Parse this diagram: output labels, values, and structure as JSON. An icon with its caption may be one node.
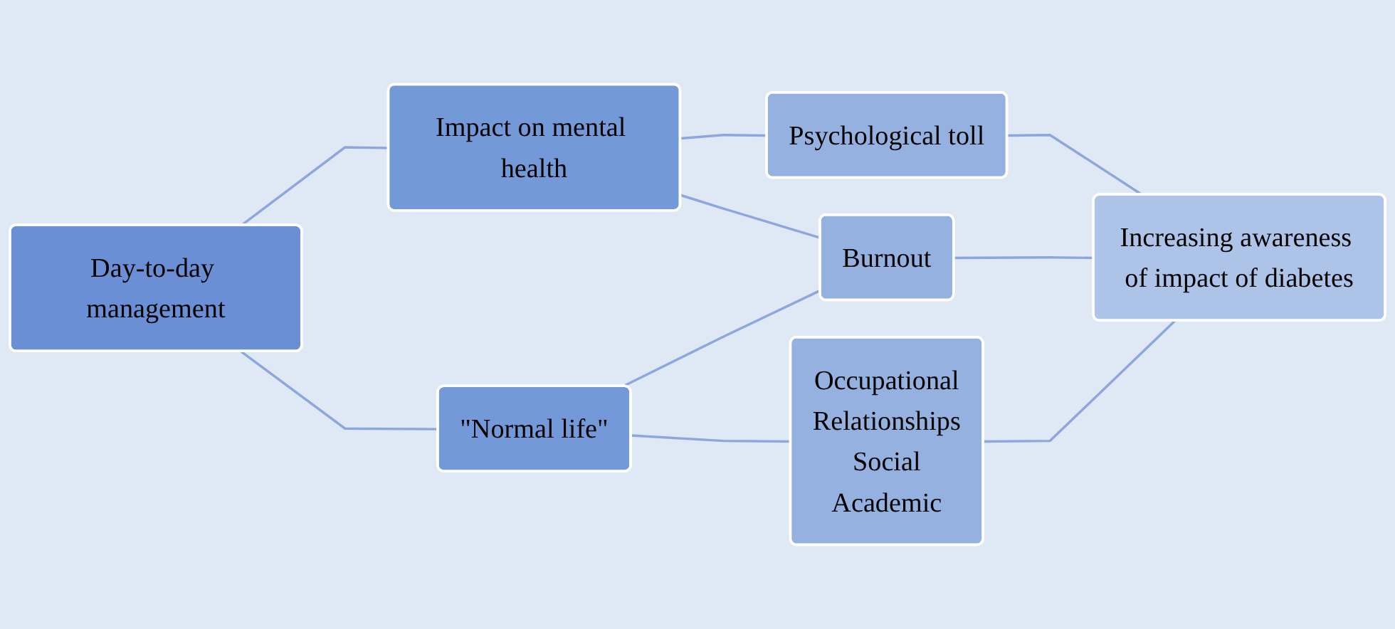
{
  "diagram": {
    "nodes": [
      {
        "text": [
          "Day-to-day management"
        ]
      },
      {
        "text": [
          "Impact on mental health"
        ]
      },
      {
        "text": [
          "\"Normal life\""
        ]
      },
      {
        "text": [
          "Psychological toll"
        ]
      },
      {
        "text": [
          "Burnout"
        ]
      },
      {
        "text": [
          "Occupational",
          "Relationships",
          "Social",
          "Academic"
        ]
      },
      {
        "text": [
          "Increasing awareness of impact of diabetes"
        ]
      }
    ],
    "edges": [
      {
        "from": 0,
        "to": 1,
        "arrow": "none"
      },
      {
        "from": 0,
        "to": 2,
        "arrow": "none"
      },
      {
        "from": 1,
        "to": 3,
        "arrow": "none"
      },
      {
        "from": 1,
        "to": 4,
        "arrow": "none"
      },
      {
        "from": 2,
        "to": 4,
        "arrow": "none"
      },
      {
        "from": 2,
        "to": 5,
        "arrow": "none"
      },
      {
        "from": 3,
        "to": 6,
        "arrow": "none"
      },
      {
        "from": 4,
        "to": 6,
        "arrow": "none"
      },
      {
        "from": 5,
        "to": 6,
        "arrow": "none"
      }
    ]
  }
}
